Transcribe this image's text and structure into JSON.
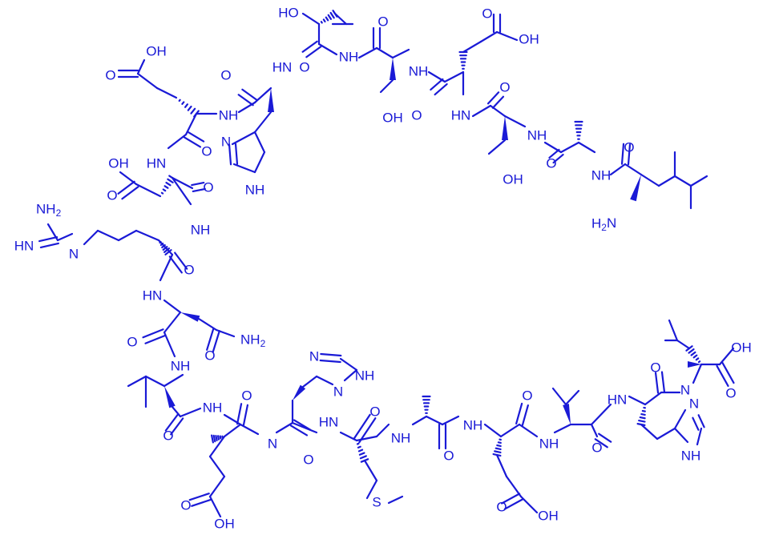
{
  "colors": {
    "ink": "#1a1ad6",
    "background": "#ffffff"
  },
  "labels": {
    "HO": "HO",
    "OH": "OH",
    "O": "O",
    "NH": "NH",
    "HN": "HN",
    "N": "N",
    "NH2": "NH2",
    "H2N": "H2N",
    "S": "S"
  }
}
